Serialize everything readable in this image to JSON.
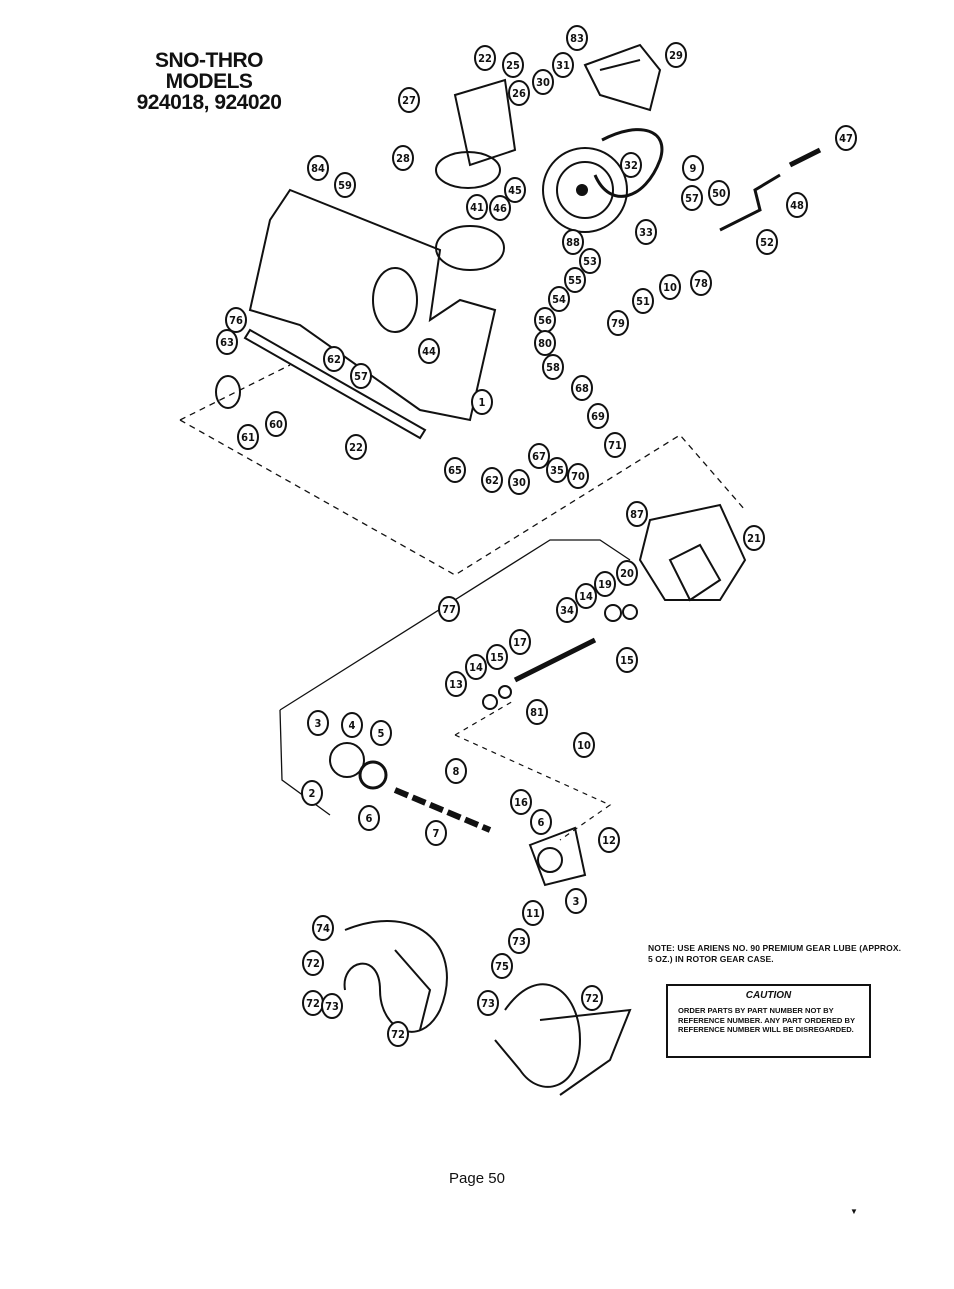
{
  "title": {
    "line1": "SNO-THRO",
    "line2": "MODELS",
    "line3": "924018, 924020"
  },
  "callouts": [
    "83",
    "29",
    "22",
    "25",
    "31",
    "30",
    "26",
    "27",
    "28",
    "84",
    "59",
    "9",
    "32",
    "47",
    "48",
    "45",
    "41",
    "46",
    "57",
    "50",
    "52",
    "33",
    "88",
    "53",
    "55",
    "51",
    "10",
    "78",
    "54",
    "79",
    "76",
    "63",
    "62",
    "57",
    "56",
    "80",
    "58",
    "44",
    "68",
    "1",
    "69",
    "60",
    "61",
    "22",
    "65",
    "62",
    "30",
    "67",
    "35",
    "70",
    "71",
    "87",
    "21",
    "20",
    "19",
    "34",
    "14",
    "77",
    "17",
    "15",
    "14",
    "15",
    "13",
    "81",
    "3",
    "4",
    "5",
    "10",
    "8",
    "2",
    "16",
    "6",
    "7",
    "6",
    "12",
    "11",
    "3",
    "74",
    "72",
    "73",
    "72",
    "73",
    "72",
    "75",
    "72",
    "73"
  ],
  "note": "NOTE: USE ARIENS NO. 90 PREMIUM GEAR LUBE (APPROX. 5 OZ.) IN ROTOR GEAR CASE.",
  "caution": {
    "title": "CAUTION",
    "text": "ORDER PARTS BY PART NUMBER NOT BY REFERENCE NUMBER. ANY PART ORDERED BY REFERENCE NUMBER WILL BE DISREGARDED."
  },
  "page_label": "Page 50"
}
